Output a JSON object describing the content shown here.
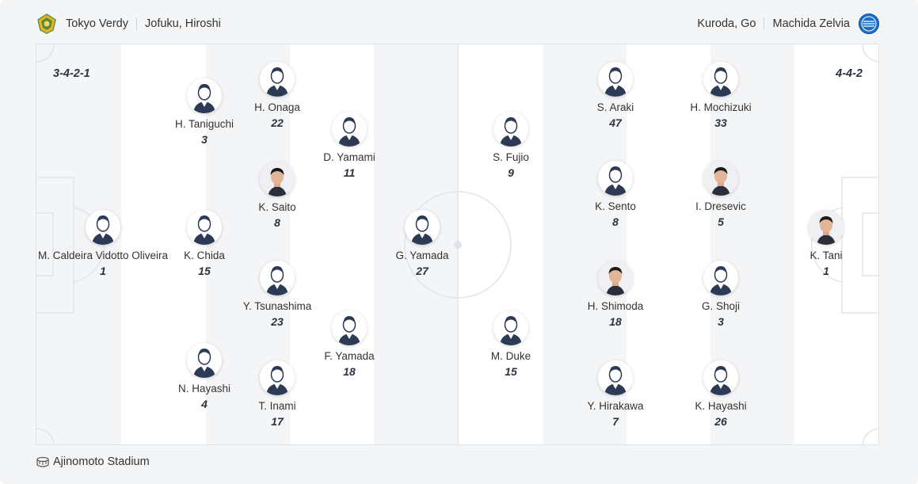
{
  "header": {
    "home_team": "Tokyo Verdy",
    "home_coach": "Jofuku, Hiroshi",
    "away_coach": "Kuroda, Go",
    "away_team": "Machida Zelvia",
    "home_crest_icon": "tokyo-verdy-crest-icon",
    "away_crest_icon": "machida-zelvia-crest-icon"
  },
  "home": {
    "formation": "3-4-2-1",
    "players": [
      {
        "name": "M. Caldeira Vidotto Oliveira",
        "number": "1",
        "photo": false
      },
      {
        "name": "H. Taniguchi",
        "number": "3",
        "photo": false
      },
      {
        "name": "K. Chida",
        "number": "15",
        "photo": false
      },
      {
        "name": "N. Hayashi",
        "number": "4",
        "photo": false
      },
      {
        "name": "H. Onaga",
        "number": "22",
        "photo": false
      },
      {
        "name": "K. Saito",
        "number": "8",
        "photo": true
      },
      {
        "name": "Y. Tsunashima",
        "number": "23",
        "photo": false
      },
      {
        "name": "T. Inami",
        "number": "17",
        "photo": false
      },
      {
        "name": "D. Yamami",
        "number": "11",
        "photo": false
      },
      {
        "name": "F. Yamada",
        "number": "18",
        "photo": false
      },
      {
        "name": "G. Yamada",
        "number": "27",
        "photo": false
      }
    ]
  },
  "away": {
    "formation": "4-4-2",
    "players": [
      {
        "name": "S. Fujio",
        "number": "9",
        "photo": false
      },
      {
        "name": "M. Duke",
        "number": "15",
        "photo": false
      },
      {
        "name": "S. Araki",
        "number": "47",
        "photo": false
      },
      {
        "name": "K. Sento",
        "number": "8",
        "photo": false
      },
      {
        "name": "H. Shimoda",
        "number": "18",
        "photo": true
      },
      {
        "name": "Y. Hirakawa",
        "number": "7",
        "photo": false
      },
      {
        "name": "H. Mochizuki",
        "number": "33",
        "photo": false
      },
      {
        "name": "I. Dresevic",
        "number": "5",
        "photo": true
      },
      {
        "name": "G. Shoji",
        "number": "3",
        "photo": false
      },
      {
        "name": "K. Hayashi",
        "number": "26",
        "photo": false
      },
      {
        "name": "K. Tani",
        "number": "1",
        "photo": true
      }
    ]
  },
  "footer": {
    "stadium": "Ajinomoto Stadium",
    "stadium_icon": "stadium-icon"
  },
  "colors": {
    "stripe_dark": "#f4f5f7",
    "stripe_light": "#ffffff",
    "avatar_shirt": "#2d3a55",
    "accent_home": "#e0a81c",
    "accent_away": "#1b6fc9"
  }
}
